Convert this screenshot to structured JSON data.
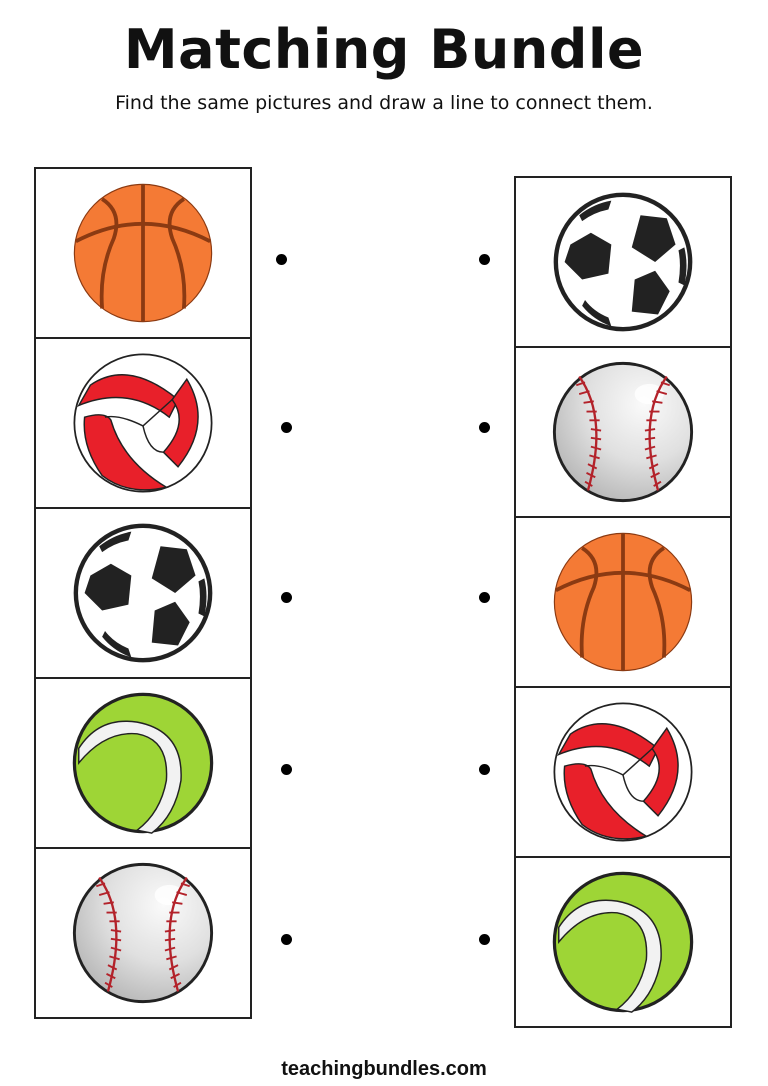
{
  "header": {
    "title": "Matching Bundle",
    "instructions": "Find the same pictures and draw a line to connect them."
  },
  "left_column": {
    "items": [
      {
        "ball": "basketball"
      },
      {
        "ball": "volleyball"
      },
      {
        "ball": "soccer-ball"
      },
      {
        "ball": "tennis-ball"
      },
      {
        "ball": "baseball"
      }
    ]
  },
  "right_column": {
    "items": [
      {
        "ball": "soccer-ball"
      },
      {
        "ball": "baseball"
      },
      {
        "ball": "basketball"
      },
      {
        "ball": "volleyball"
      },
      {
        "ball": "tennis-ball"
      }
    ]
  },
  "colors": {
    "basketball": "#F47A35",
    "basketball_seam": "#8B3A12",
    "volleyball_red": "#E8202A",
    "tennis_green": "#9ED536",
    "baseball_gray": "#DCDCDC",
    "baseball_stitch": "#B3222A",
    "outline": "#222222"
  },
  "footer": {
    "website": "teachingbundles.com"
  }
}
